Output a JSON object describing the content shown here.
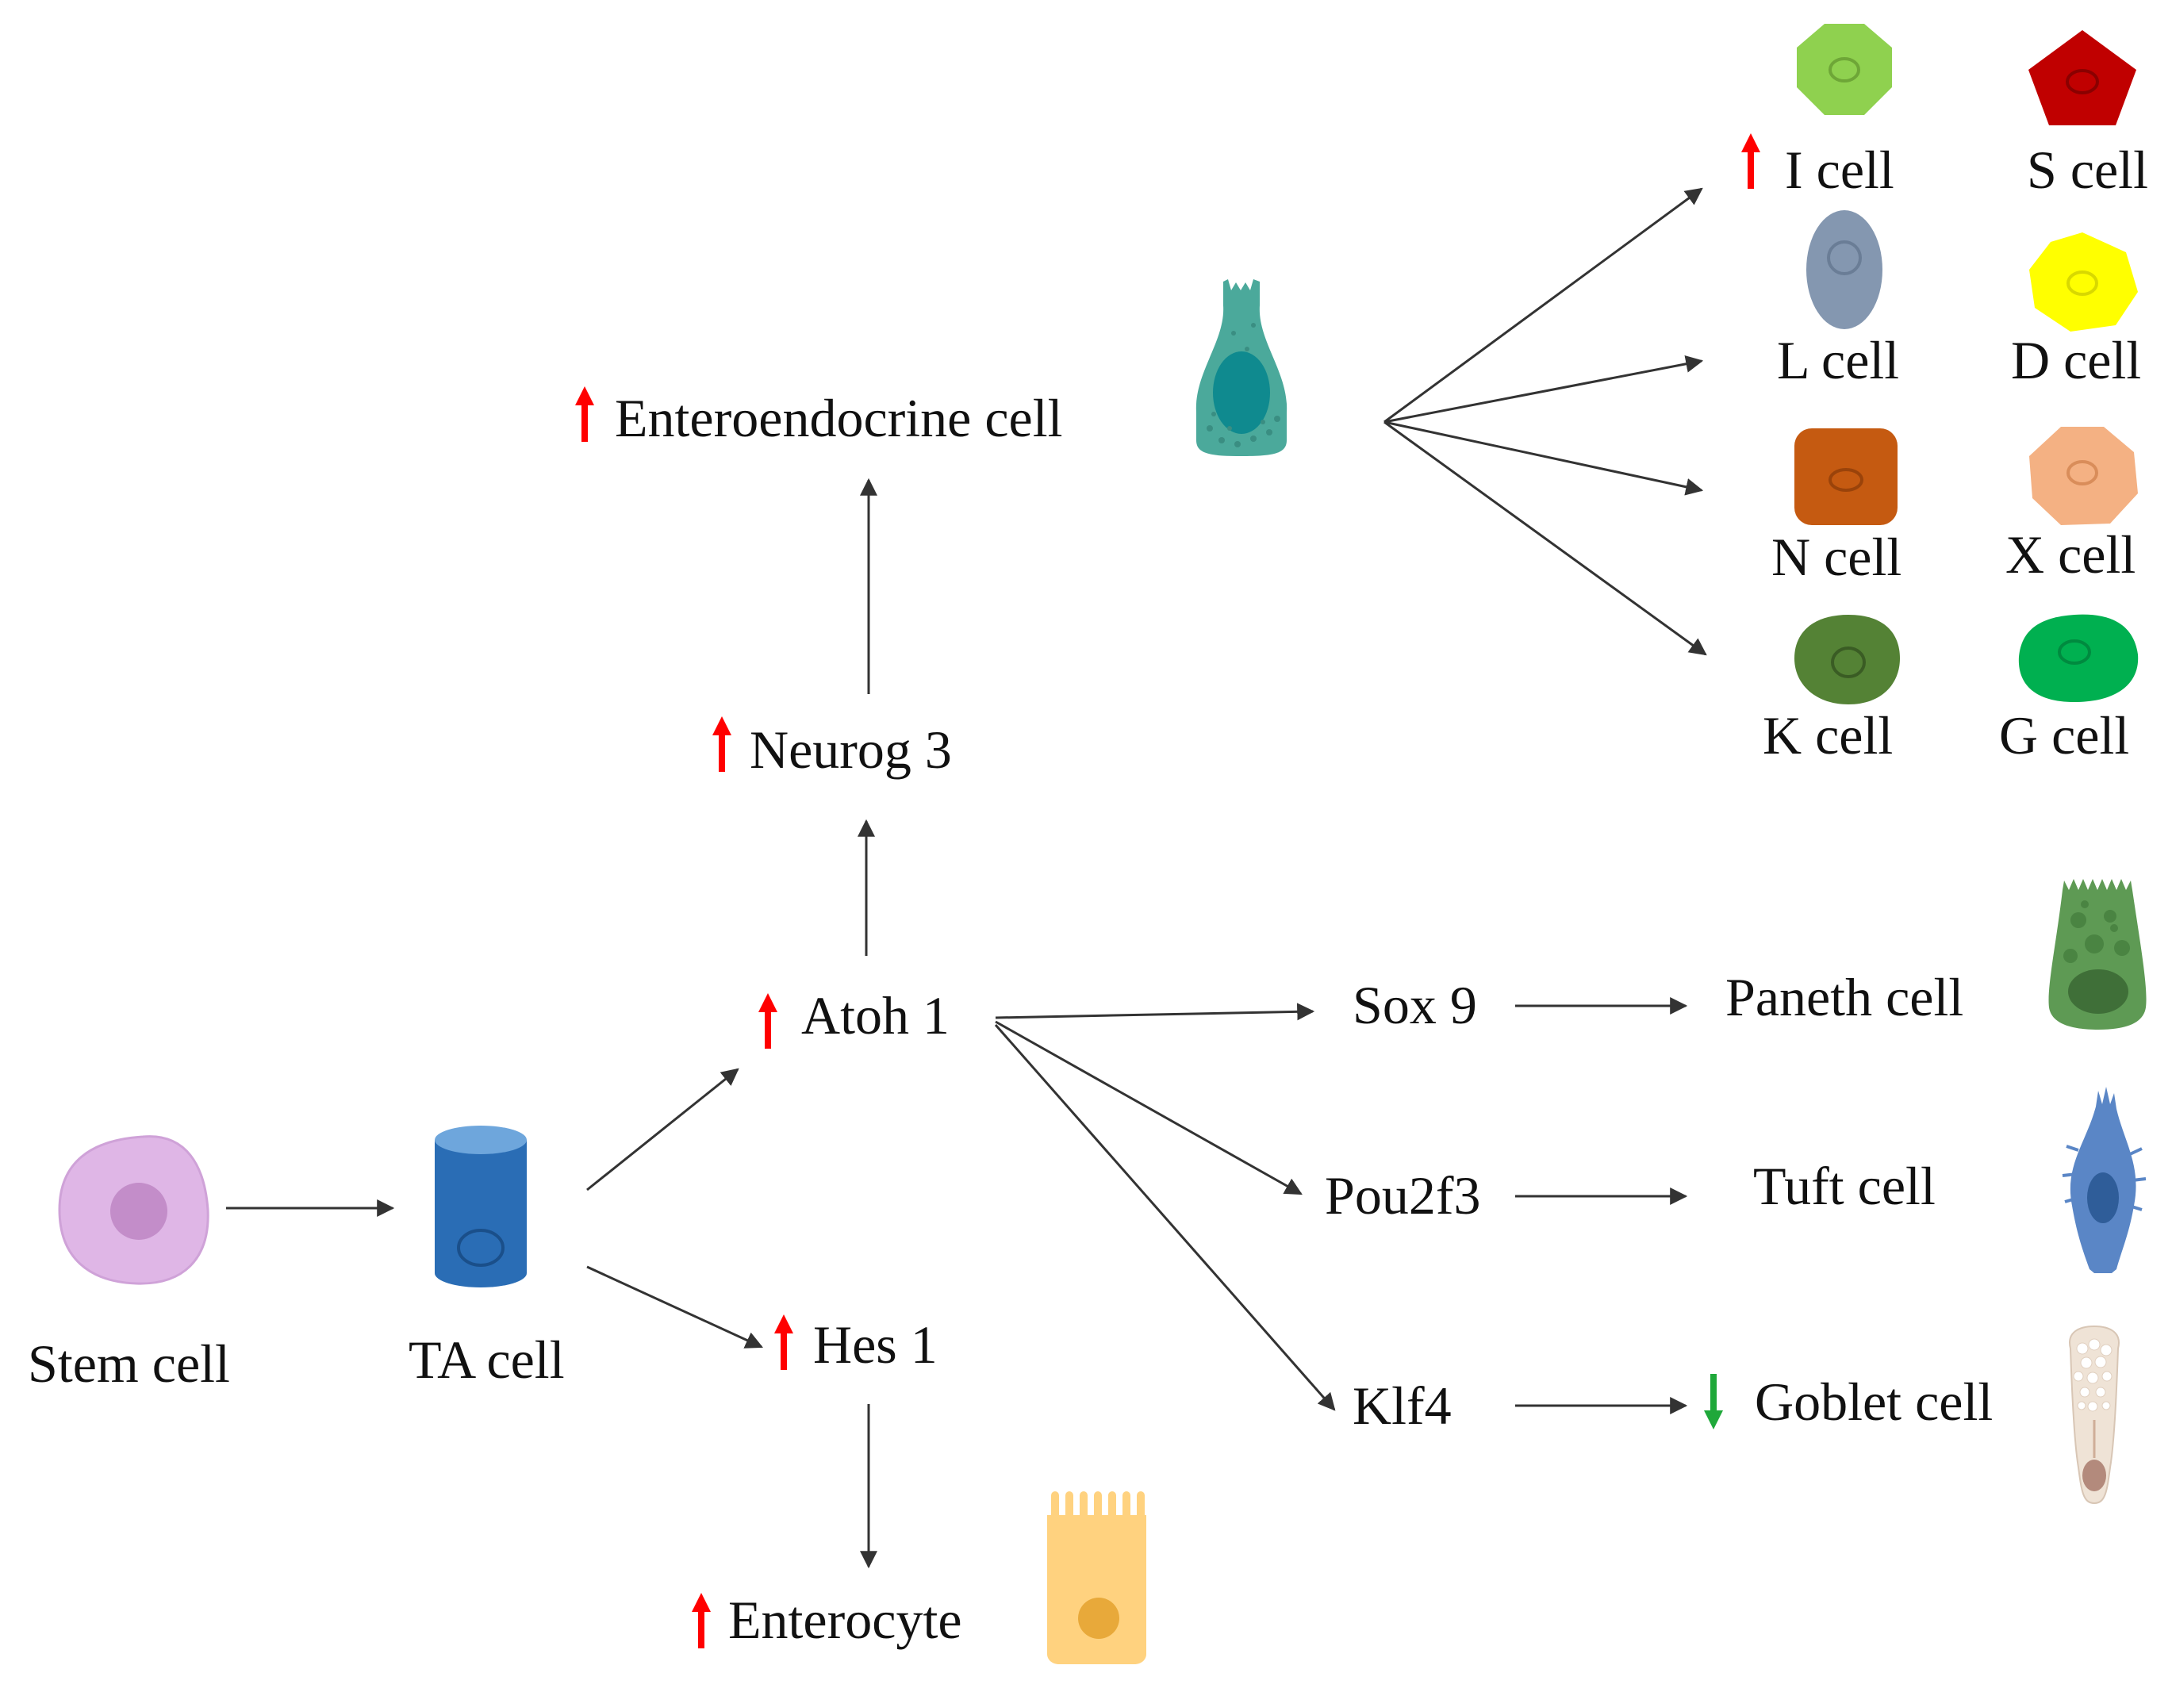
{
  "colors": {
    "up_arrow": "#ff0000",
    "down_arrow": "#1fa83a",
    "flow_arrow": "#333333",
    "stem_cell": "#dfb6e6",
    "ta_cell": "#2a6db5",
    "enteroendocrine_cell": "#4ba99b",
    "i_cell": "#8fd14f",
    "s_cell": "#c00000",
    "l_cell": "#8497b0",
    "d_cell": "#ffff00",
    "n_cell": "#c55a11",
    "x_cell": "#f4b183",
    "k_cell": "#548235",
    "g_cell": "#00b050",
    "paneth_cell": "#5e9a54",
    "tuft_cell": "#5a86c6",
    "goblet_cell": "#efe3d6",
    "enterocyte": "#ffd27f"
  },
  "nodes": {
    "stem_cell": "Stem cell",
    "ta_cell": "TA cell",
    "atoh1": "Atoh 1",
    "hes1": "Hes 1",
    "neurog3": "Neurog 3",
    "enteroendocrine": "Enteroendocrine cell",
    "enterocyte": "Enterocyte",
    "sox9": "Sox 9",
    "pou2f3": "Pou2f3",
    "klf4": "Klf4",
    "paneth": "Paneth cell",
    "tuft": "Tuft cell",
    "goblet": "Goblet cell"
  },
  "subtypes": {
    "i_cell": "I cell",
    "s_cell": "S cell",
    "l_cell": "L cell",
    "d_cell": "D cell",
    "n_cell": "N cell",
    "x_cell": "X cell",
    "k_cell": "K cell",
    "g_cell": "G cell"
  },
  "regulation": {
    "atoh1": "up",
    "hes1": "up",
    "neurog3": "up",
    "enteroendocrine": "up",
    "enterocyte": "up",
    "i_cell": "up",
    "goblet": "down"
  }
}
